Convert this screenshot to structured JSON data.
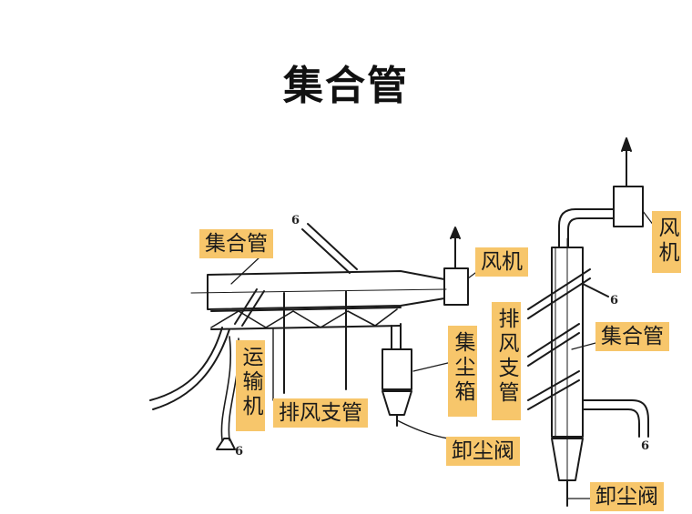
{
  "title": "集合管",
  "labels": {
    "left_collector": "集合管",
    "fan_mid": "风机",
    "conveyor": "运输机",
    "branch_bottom": "排风支管",
    "dust_box": "集尘箱",
    "unload_mid": "卸尘阀",
    "branch_vertical": "排风支管",
    "fan_right": "风机",
    "right_collector": "集合管",
    "unload_right": "卸尘阀"
  },
  "markers": {
    "m1": "6",
    "m2": "6",
    "m3": "6",
    "m4": "6"
  }
}
